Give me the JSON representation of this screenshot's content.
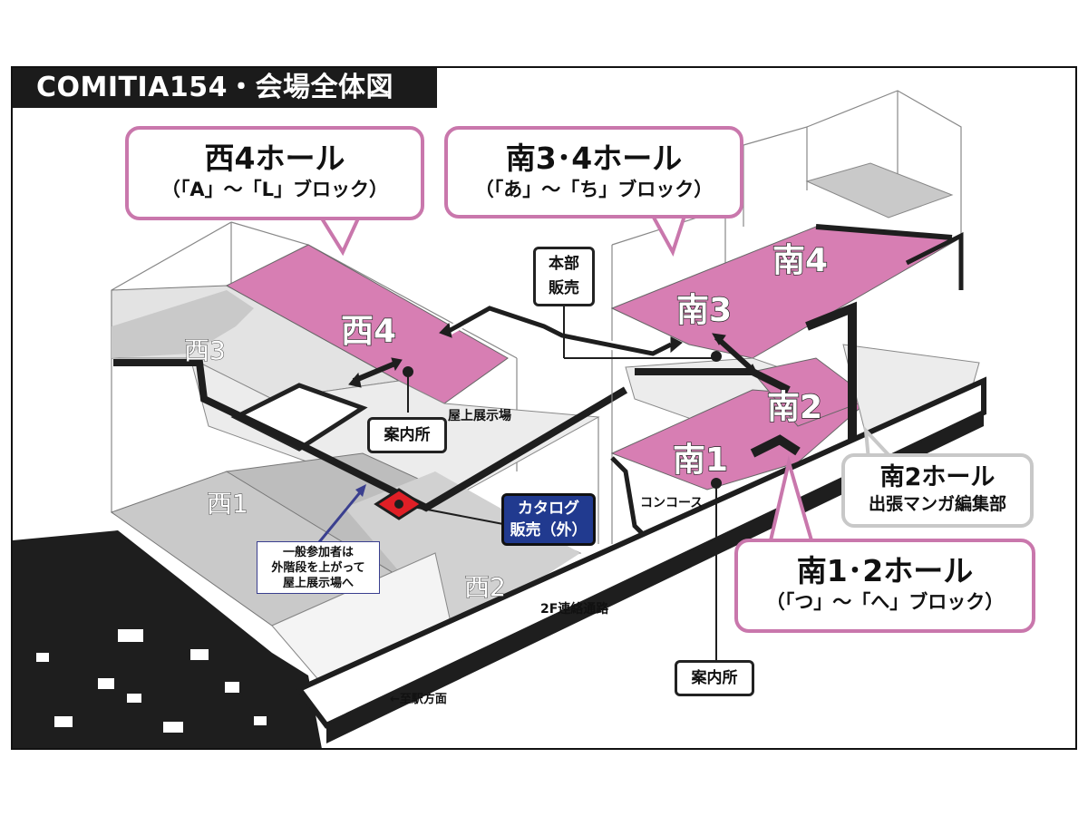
{
  "title": "COMITIA154・会場全体図",
  "callouts": {
    "west4": {
      "name": "西4ホール",
      "blocks": "（「A」～「L」ブロック）"
    },
    "south34": {
      "name": "南3･4ホール",
      "blocks": "（「あ」～「ち」ブロック）"
    },
    "south12": {
      "name": "南1･2ホール",
      "blocks": "（「つ」～「へ」ブロック）"
    },
    "south2_annex": {
      "name": "南2ホール",
      "sub": "出張マンガ編集部"
    }
  },
  "halls": {
    "nishi4": "西4",
    "nishi3": "西3",
    "nishi1": "西1",
    "nishi2": "西2",
    "minami1": "南1",
    "minami2": "南2",
    "minami3": "南3",
    "minami4": "南4"
  },
  "labels": {
    "honbu": "本部\n販売",
    "info_west": "案内所",
    "info_south": "案内所",
    "rooftop": "屋上展示場",
    "concourse": "コンコース",
    "corridor": "2F連絡通路",
    "station": "←至駅方面",
    "catalog": "カタログ\n販売（外）",
    "general_note": "一般参加者は\n外階段を上がって\n屋上展示場へ"
  },
  "colors": {
    "hall_pink": "#d77eb3",
    "callout_border": "#c977ac",
    "gray_floor": "#cfcfcf",
    "catalog_blue": "#213a8f",
    "catalog_red": "#e01f26",
    "title_bg": "#1b1b1b"
  }
}
